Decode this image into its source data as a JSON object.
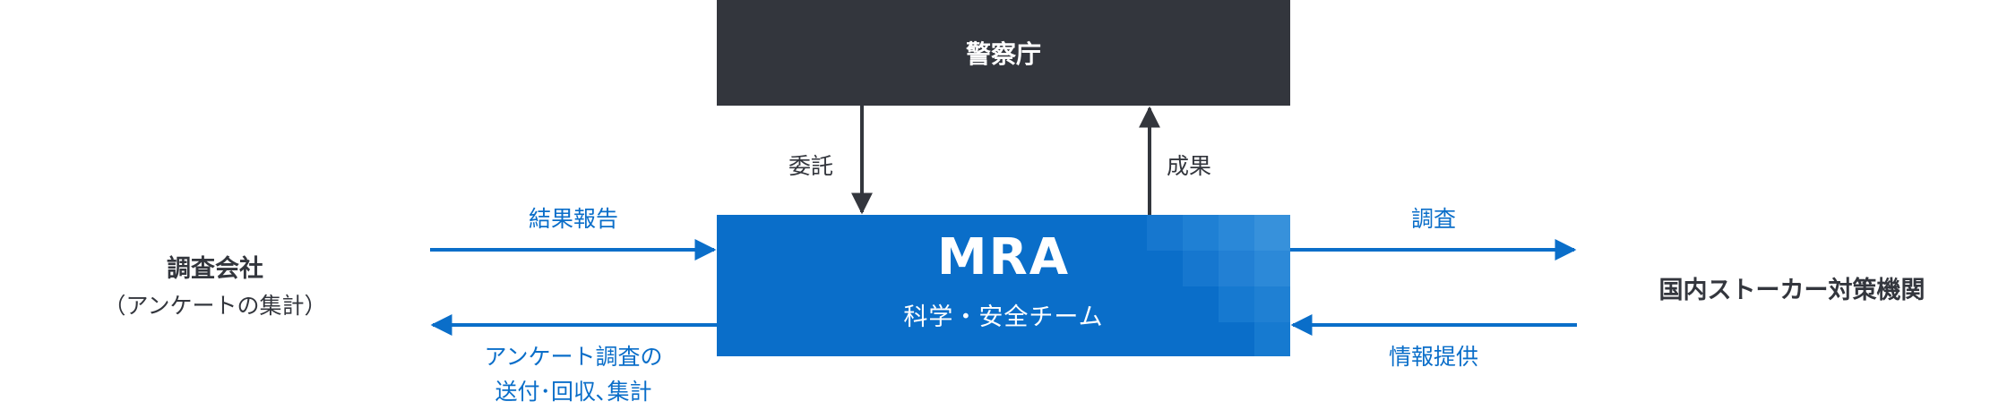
{
  "nodes": {
    "top": {
      "title": "警察庁"
    },
    "center": {
      "title": "MRA",
      "subtitle": "科学・安全チーム"
    },
    "left": {
      "title": "調査会社",
      "subtitle": "（アンケートの集計）"
    },
    "right": {
      "title": "国内ストーカー対策機関"
    }
  },
  "edges": {
    "top_to_center": "委託",
    "center_to_top": "成果",
    "left_to_center": "結果報告",
    "center_to_left": [
      "アンケート調査の",
      "送付･回収､集計"
    ],
    "center_to_right": "調査",
    "right_to_center": "情報提供"
  },
  "colors": {
    "dark": "#33363d",
    "blue": "#0a6ec9"
  }
}
